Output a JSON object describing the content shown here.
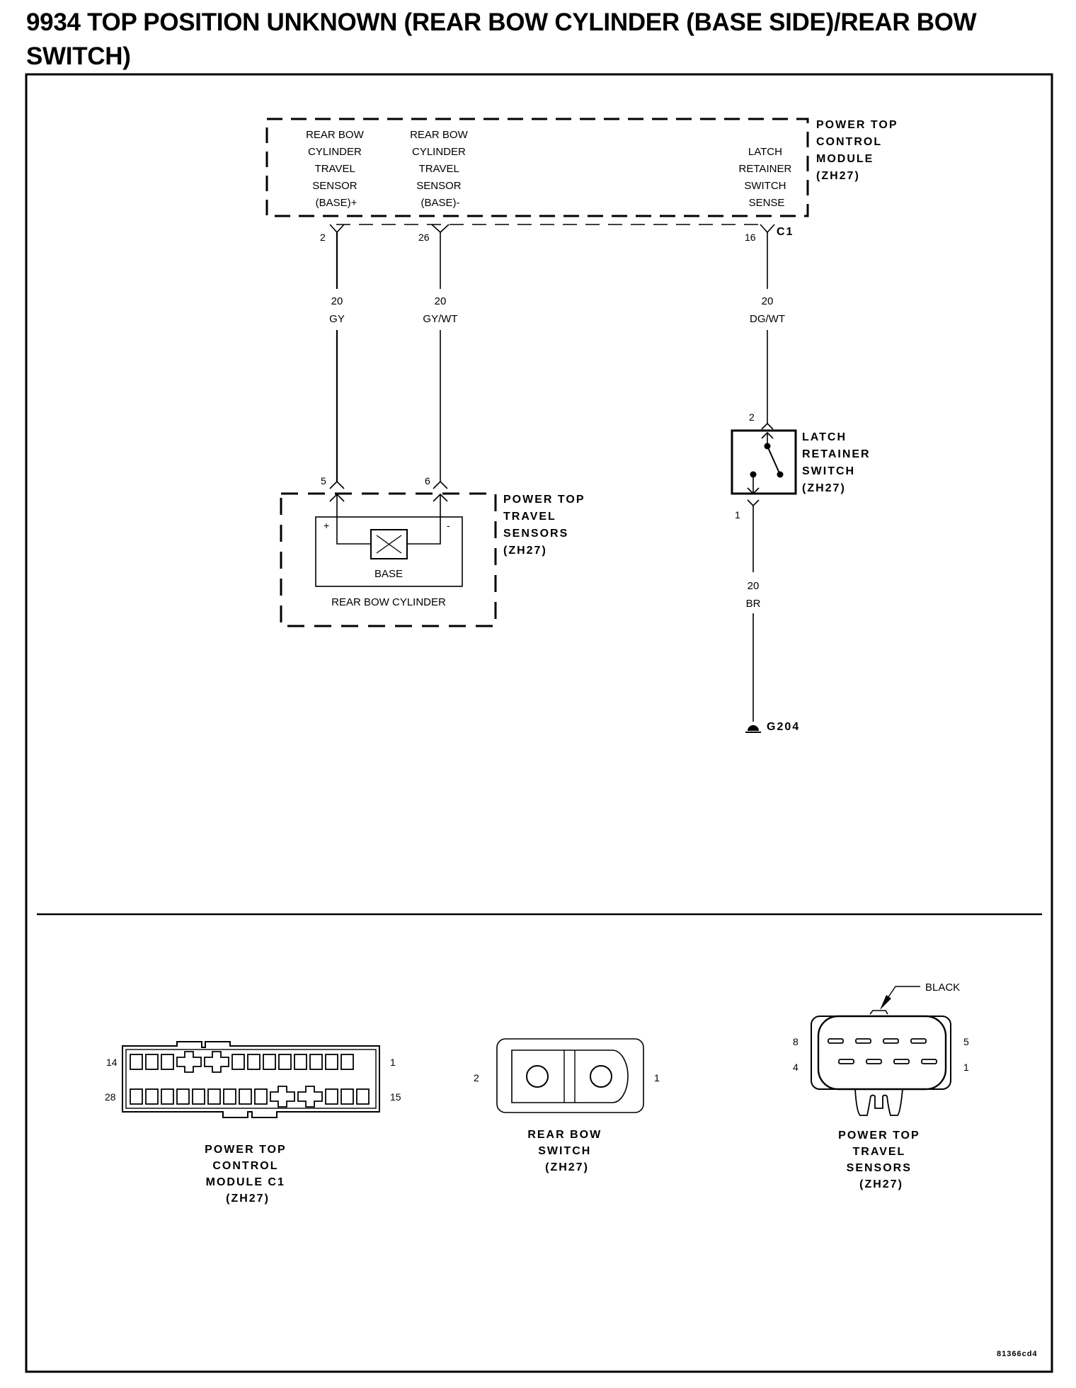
{
  "title": "9934 TOP POSITION UNKNOWN (REAR BOW CYLINDER (BASE SIDE)/REAR BOW SWITCH)",
  "schematic": {
    "module": {
      "name_lines": [
        "POWER TOP",
        "CONTROL",
        "MODULE",
        "(ZH27)"
      ],
      "connector": "C1",
      "terminals": [
        {
          "lines": [
            "REAR BOW",
            "CYLINDER",
            "TRAVEL",
            "SENSOR",
            "(BASE)+"
          ],
          "pin": "2"
        },
        {
          "lines": [
            "REAR BOW",
            "CYLINDER",
            "TRAVEL",
            "SENSOR",
            "(BASE)-"
          ],
          "pin": "26"
        },
        {
          "lines": [
            "LATCH",
            "RETAINER",
            "SWITCH",
            "SENSE"
          ],
          "pin": "16"
        }
      ]
    },
    "wires": [
      {
        "gauge": "20",
        "color": "GY"
      },
      {
        "gauge": "20",
        "color": "GY/WT"
      },
      {
        "gauge": "20",
        "color": "DG/WT"
      },
      {
        "gauge": "20",
        "color": "BR"
      }
    ],
    "travel_sensors": {
      "name_lines": [
        "POWER TOP",
        "TRAVEL",
        "SENSORS",
        "(ZH27)"
      ],
      "pins": [
        "5",
        "6"
      ],
      "plus": "+",
      "minus": "-",
      "element_label": "BASE",
      "component_label": "REAR BOW CYLINDER"
    },
    "latch_switch": {
      "name_lines": [
        "LATCH",
        "RETAINER",
        "SWITCH",
        "(ZH27)"
      ],
      "pins": [
        "2",
        "1"
      ]
    },
    "ground": "G204"
  },
  "connector_views": [
    {
      "name_lines": [
        "POWER TOP",
        "CONTROL",
        "MODULE C1",
        "(ZH27)"
      ],
      "pins": [
        "14",
        "1",
        "28",
        "15"
      ]
    },
    {
      "name_lines": [
        "REAR BOW",
        "SWITCH",
        "(ZH27)"
      ],
      "pins": [
        "2",
        "1"
      ]
    },
    {
      "name_lines": [
        "POWER TOP",
        "TRAVEL",
        "SENSORS",
        "(ZH27)"
      ],
      "pins": [
        "8",
        "5",
        "4",
        "1"
      ],
      "callout": "BLACK"
    }
  ],
  "figure_code": "81366cd4"
}
